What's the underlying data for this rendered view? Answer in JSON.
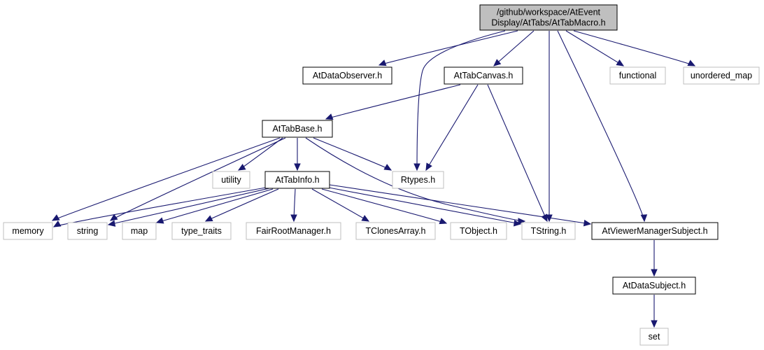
{
  "graph": {
    "edge_color": "#191970",
    "nodes": [
      {
        "id": "root",
        "lines": [
          "/github/workspace/AtEvent",
          "Display/AtTabs/AtTabMacro.h"
        ],
        "style": "main"
      },
      {
        "id": "atdataobserver",
        "lines": [
          "AtDataObserver.h"
        ],
        "style": "doc"
      },
      {
        "id": "attabcanvas",
        "lines": [
          "AtTabCanvas.h"
        ],
        "style": "doc"
      },
      {
        "id": "functional",
        "lines": [
          "functional"
        ],
        "style": "ext"
      },
      {
        "id": "unordered_map",
        "lines": [
          "unordered_map"
        ],
        "style": "ext"
      },
      {
        "id": "attabbase",
        "lines": [
          "AtTabBase.h"
        ],
        "style": "doc"
      },
      {
        "id": "utility",
        "lines": [
          "utility"
        ],
        "style": "ext"
      },
      {
        "id": "attabinfo",
        "lines": [
          "AtTabInfo.h"
        ],
        "style": "doc"
      },
      {
        "id": "rtypes",
        "lines": [
          "Rtypes.h"
        ],
        "style": "ext"
      },
      {
        "id": "memory",
        "lines": [
          "memory"
        ],
        "style": "ext"
      },
      {
        "id": "string",
        "lines": [
          "string"
        ],
        "style": "ext"
      },
      {
        "id": "map",
        "lines": [
          "map"
        ],
        "style": "ext"
      },
      {
        "id": "type_traits",
        "lines": [
          "type_traits"
        ],
        "style": "ext"
      },
      {
        "id": "fairrootmanager",
        "lines": [
          "FairRootManager.h"
        ],
        "style": "ext"
      },
      {
        "id": "tclonesarray",
        "lines": [
          "TClonesArray.h"
        ],
        "style": "ext"
      },
      {
        "id": "tobject",
        "lines": [
          "TObject.h"
        ],
        "style": "ext"
      },
      {
        "id": "tstring",
        "lines": [
          "TString.h"
        ],
        "style": "ext"
      },
      {
        "id": "atviewermanagersubject",
        "lines": [
          "AtViewerManagerSubject.h"
        ],
        "style": "doc"
      },
      {
        "id": "atdatasubject",
        "lines": [
          "AtDataSubject.h"
        ],
        "style": "doc"
      },
      {
        "id": "set",
        "lines": [
          "set"
        ],
        "style": "ext"
      }
    ],
    "edges": [
      {
        "from": "root",
        "to": "atdataobserver"
      },
      {
        "from": "root",
        "to": "attabcanvas"
      },
      {
        "from": "root",
        "to": "rtypes"
      },
      {
        "from": "root",
        "to": "tstring"
      },
      {
        "from": "root",
        "to": "atviewermanagersubject"
      },
      {
        "from": "root",
        "to": "functional"
      },
      {
        "from": "root",
        "to": "unordered_map"
      },
      {
        "from": "attabcanvas",
        "to": "attabbase"
      },
      {
        "from": "attabcanvas",
        "to": "rtypes"
      },
      {
        "from": "attabcanvas",
        "to": "tstring"
      },
      {
        "from": "attabbase",
        "to": "memory"
      },
      {
        "from": "attabbase",
        "to": "string"
      },
      {
        "from": "attabbase",
        "to": "utility"
      },
      {
        "from": "attabbase",
        "to": "attabinfo"
      },
      {
        "from": "attabbase",
        "to": "rtypes"
      },
      {
        "from": "attabbase",
        "to": "tstring"
      },
      {
        "from": "attabinfo",
        "to": "memory"
      },
      {
        "from": "attabinfo",
        "to": "string"
      },
      {
        "from": "attabinfo",
        "to": "map"
      },
      {
        "from": "attabinfo",
        "to": "type_traits"
      },
      {
        "from": "attabinfo",
        "to": "fairrootmanager"
      },
      {
        "from": "attabinfo",
        "to": "tclonesarray"
      },
      {
        "from": "attabinfo",
        "to": "tobject"
      },
      {
        "from": "attabinfo",
        "to": "tstring"
      },
      {
        "from": "attabinfo",
        "to": "atviewermanagersubject"
      },
      {
        "from": "atviewermanagersubject",
        "to": "atdatasubject"
      },
      {
        "from": "atdatasubject",
        "to": "set"
      }
    ]
  }
}
